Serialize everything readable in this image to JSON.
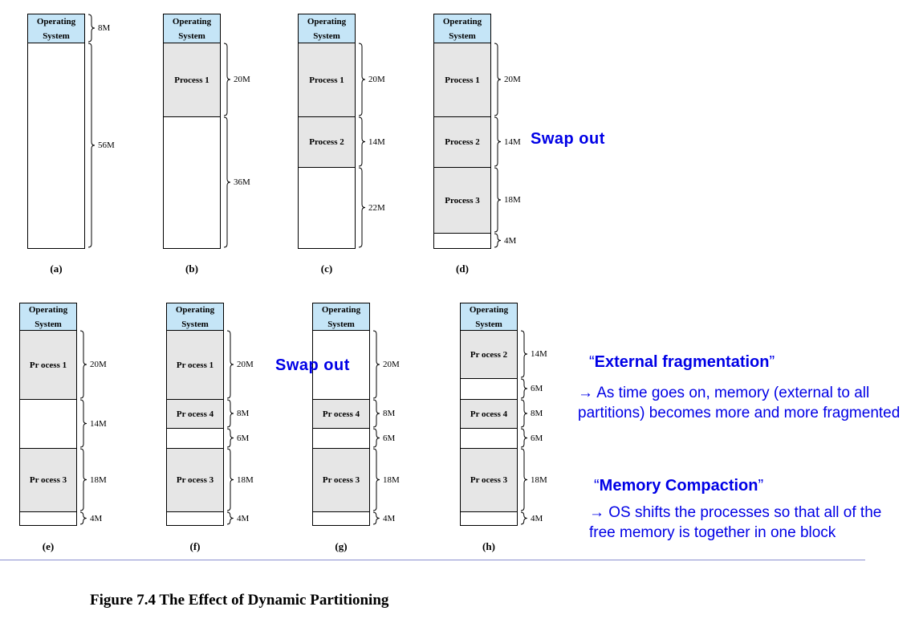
{
  "figure": {
    "caption": "Figure 7.4  The Effect of Dynamic Partitioning",
    "colors": {
      "os_fill": "#c5e5f7",
      "process_fill": "#e6e6e6",
      "free_fill": "#ffffff",
      "annotation": "#0000e6"
    },
    "panels": [
      {
        "id": "a",
        "label": "(a)",
        "segments": [
          {
            "kind": "os",
            "text": "Operating\nSystem",
            "size": "8M"
          },
          {
            "kind": "free",
            "text": "",
            "size": "56M"
          }
        ]
      },
      {
        "id": "b",
        "label": "(b)",
        "segments": [
          {
            "kind": "os",
            "text": "Operating\nSystem",
            "size": ""
          },
          {
            "kind": "proc",
            "text": "Process 1",
            "size": "20M"
          },
          {
            "kind": "free",
            "text": "",
            "size": "36M"
          }
        ]
      },
      {
        "id": "c",
        "label": "(c)",
        "segments": [
          {
            "kind": "os",
            "text": "Operating\nSystem",
            "size": ""
          },
          {
            "kind": "proc",
            "text": "Process 1",
            "size": "20M"
          },
          {
            "kind": "proc",
            "text": "Process 2",
            "size": "14M"
          },
          {
            "kind": "free",
            "text": "",
            "size": "22M"
          }
        ]
      },
      {
        "id": "d",
        "label": "(d)",
        "segments": [
          {
            "kind": "os",
            "text": "Operating\nSystem",
            "size": ""
          },
          {
            "kind": "proc",
            "text": "Process 1",
            "size": "20M"
          },
          {
            "kind": "proc",
            "text": "Process 2",
            "size": "14M"
          },
          {
            "kind": "proc",
            "text": "Process 3",
            "size": "18M"
          },
          {
            "kind": "free",
            "text": "",
            "size": "4M"
          }
        ]
      },
      {
        "id": "e",
        "label": "(e)",
        "segments": [
          {
            "kind": "os",
            "text": "Operating\nSystem",
            "size": ""
          },
          {
            "kind": "proc",
            "text": "Pr ocess 1",
            "size": "20M"
          },
          {
            "kind": "free",
            "text": "",
            "size": "14M"
          },
          {
            "kind": "proc",
            "text": "Pr ocess 3",
            "size": "18M"
          },
          {
            "kind": "free",
            "text": "",
            "size": "4M"
          }
        ]
      },
      {
        "id": "f",
        "label": "(f)",
        "segments": [
          {
            "kind": "os",
            "text": "Operating\nSystem",
            "size": ""
          },
          {
            "kind": "proc",
            "text": "Pr ocess 1",
            "size": "20M"
          },
          {
            "kind": "proc",
            "text": "Pr ocess 4",
            "size": "8M"
          },
          {
            "kind": "free",
            "text": "",
            "size": "6M"
          },
          {
            "kind": "proc",
            "text": "Pr ocess 3",
            "size": "18M"
          },
          {
            "kind": "free",
            "text": "",
            "size": "4M"
          }
        ]
      },
      {
        "id": "g",
        "label": "(g)",
        "segments": [
          {
            "kind": "os",
            "text": "Operating\nSystem",
            "size": ""
          },
          {
            "kind": "free",
            "text": "",
            "size": "20M"
          },
          {
            "kind": "proc",
            "text": "Pr ocess 4",
            "size": "8M"
          },
          {
            "kind": "free",
            "text": "",
            "size": "6M"
          },
          {
            "kind": "proc",
            "text": "Pr ocess 3",
            "size": "18M"
          },
          {
            "kind": "free",
            "text": "",
            "size": "4M"
          }
        ]
      },
      {
        "id": "h",
        "label": "(h)",
        "segments": [
          {
            "kind": "os",
            "text": "Operating\nSystem",
            "size": ""
          },
          {
            "kind": "proc",
            "text": "Pr ocess 2",
            "size": "14M"
          },
          {
            "kind": "free",
            "text": "",
            "size": "6M"
          },
          {
            "kind": "proc",
            "text": "Pr ocess 4",
            "size": "8M"
          },
          {
            "kind": "free",
            "text": "",
            "size": "6M"
          },
          {
            "kind": "proc",
            "text": "Pr ocess 3",
            "size": "18M"
          },
          {
            "kind": "free",
            "text": "",
            "size": "4M"
          }
        ]
      }
    ]
  },
  "annotations": {
    "swap_out_d": "Swap out",
    "swap_out_f": "Swap out",
    "external_fragmentation": {
      "open_quote": "“",
      "title": "External fragmentation",
      "close_quote": "”",
      "body": "→ As time goes on, memory (external to all partitions) becomes more and more fragmented"
    },
    "memory_compaction": {
      "open_quote": "“",
      "title": "Memory Compaction",
      "close_quote": "”",
      "body": "→ OS shifts the processes so that all of the free memory is together in one block"
    }
  }
}
